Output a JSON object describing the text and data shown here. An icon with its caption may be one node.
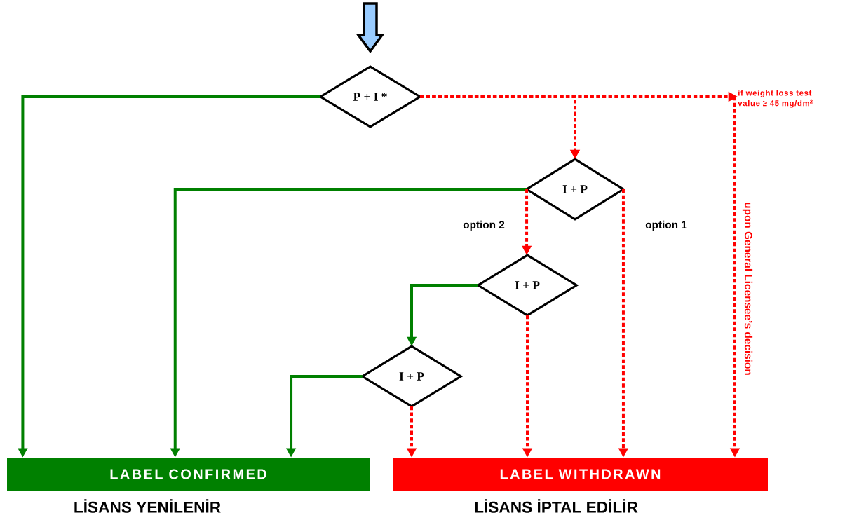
{
  "diagram": {
    "nodes": [
      {
        "text": [
          "P + I *"
        ]
      },
      {
        "text": [
          "I + P"
        ]
      },
      {
        "text": [
          "I + P"
        ]
      },
      {
        "text": [
          "I + P"
        ]
      },
      {
        "text": [
          "LABEL CONFIRMED"
        ],
        "beside": [
          "LİSANS YENİLENİR"
        ]
      },
      {
        "text": [
          "LABEL WITHDRAWN"
        ],
        "beside": [
          "LİSANS İPTAL EDİLİR"
        ]
      },
      {
        "text": [
          "if weight loss test value ≥ 45 mg/dm$^{2}$"
        ]
      }
    ],
    "edges": [
      {
        "from": null,
        "to": 0,
        "arrow": "to",
        "style": "thick"
      },
      {
        "from": 0,
        "to": 4,
        "arrow": "to",
        "color": "#008000"
      },
      {
        "from": 0,
        "to": 6,
        "arrow": "to",
        "style": "dashed",
        "color": "#ff0000"
      },
      {
        "from": 6,
        "to": 5,
        "arrow": "to",
        "style": "dashed",
        "color": "#ff0000",
        "label": "upon General Licensee’s decision"
      },
      {
        "from": 0,
        "to": 1,
        "arrow": "to",
        "style": "dashed",
        "color": "#ff0000"
      },
      {
        "from": 1,
        "to": 4,
        "arrow": "to",
        "color": "#008000"
      },
      {
        "from": 1,
        "to": 5,
        "arrow": "to",
        "style": "dashed",
        "color": "#ff0000",
        "label": "option 1"
      },
      {
        "from": 1,
        "to": 2,
        "arrow": "to",
        "style": "dashed",
        "color": "#ff0000",
        "label": "option 2"
      },
      {
        "from": 2,
        "to": 3,
        "arrow": "to",
        "color": "#008000"
      },
      {
        "from": 2,
        "to": 5,
        "arrow": "to",
        "style": "dashed",
        "color": "#ff0000"
      },
      {
        "from": 3,
        "to": 4,
        "arrow": "to",
        "color": "#008000"
      },
      {
        "from": 3,
        "to": 5,
        "arrow": "to",
        "style": "dashed",
        "color": "#ff0000"
      }
    ]
  }
}
